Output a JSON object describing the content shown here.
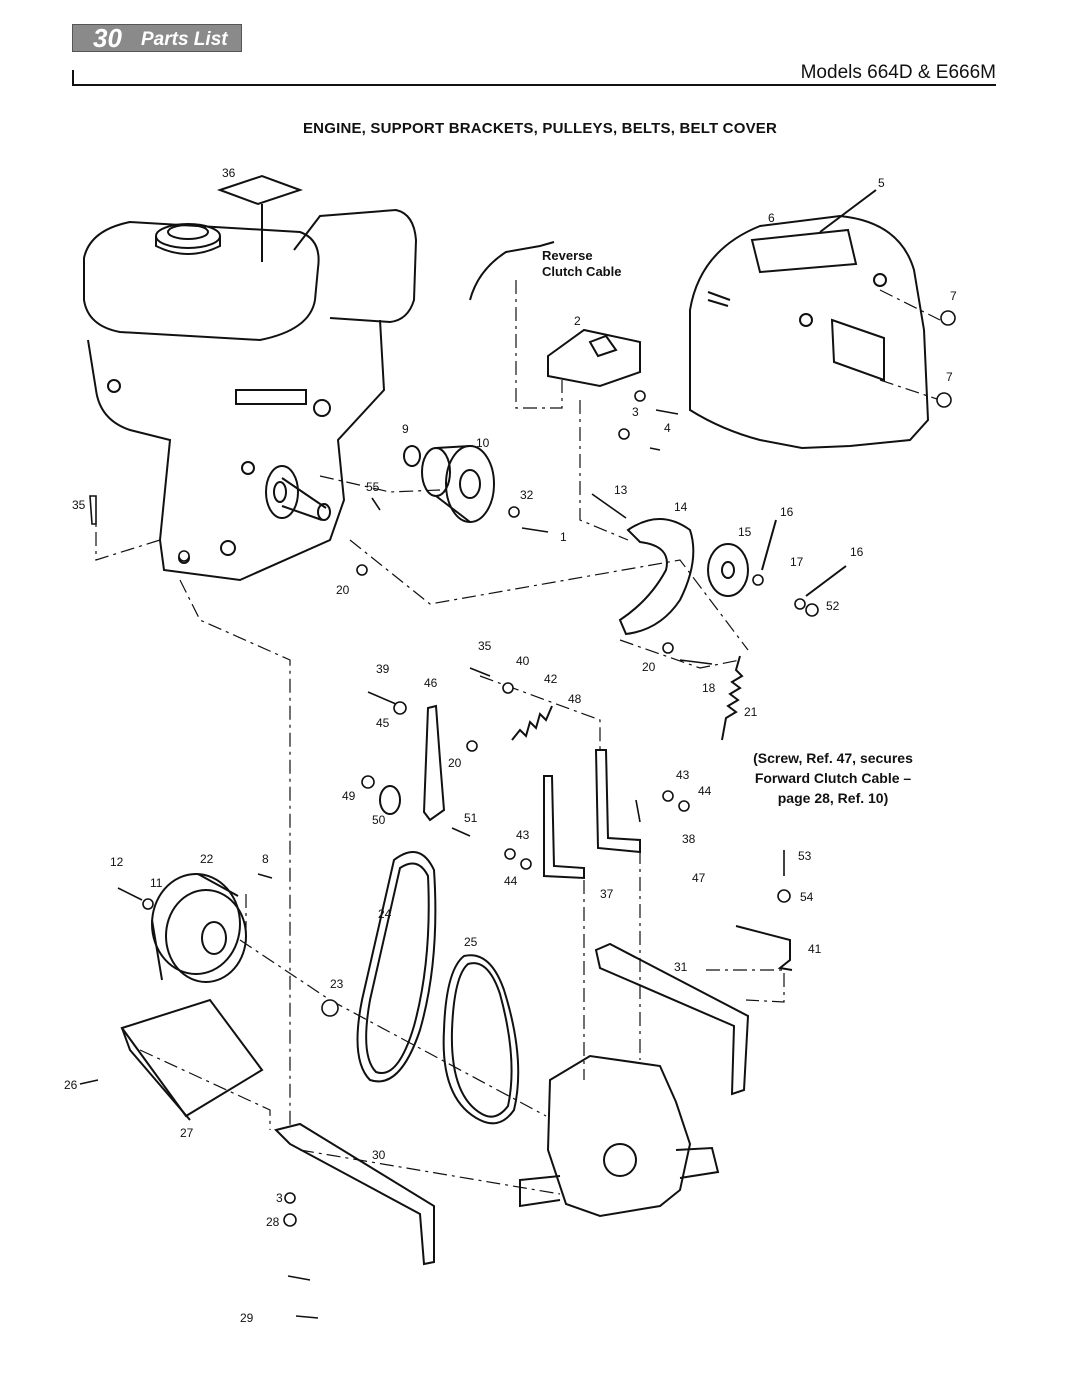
{
  "header": {
    "page_number": "30",
    "section": "Parts List",
    "models": "Models 664D & E666M"
  },
  "diagram": {
    "title": "ENGINE, SUPPORT BRACKETS, PULLEYS, BELTS,  BELT COVER",
    "cable_label_line1": "Reverse",
    "cable_label_line2": "Clutch Cable",
    "note_line1": "(Screw, Ref. 47, secures",
    "note_line2": "Forward Clutch Cable –",
    "note_line3": "page 28, Ref. 10)",
    "callouts": [
      "36",
      "5",
      "6",
      "7",
      "7",
      "2",
      "3",
      "4",
      "9",
      "10",
      "55",
      "32",
      "1",
      "35",
      "13",
      "14",
      "16",
      "15",
      "17",
      "16",
      "52",
      "20",
      "35",
      "40",
      "39",
      "46",
      "42",
      "48",
      "20",
      "18",
      "21",
      "45",
      "20",
      "43",
      "44",
      "49",
      "51",
      "50",
      "43",
      "38",
      "47",
      "12",
      "22",
      "8",
      "11",
      "44",
      "37",
      "53",
      "54",
      "24",
      "41",
      "25",
      "31",
      "23",
      "26",
      "27",
      "30",
      "3",
      "28",
      "29"
    ]
  }
}
